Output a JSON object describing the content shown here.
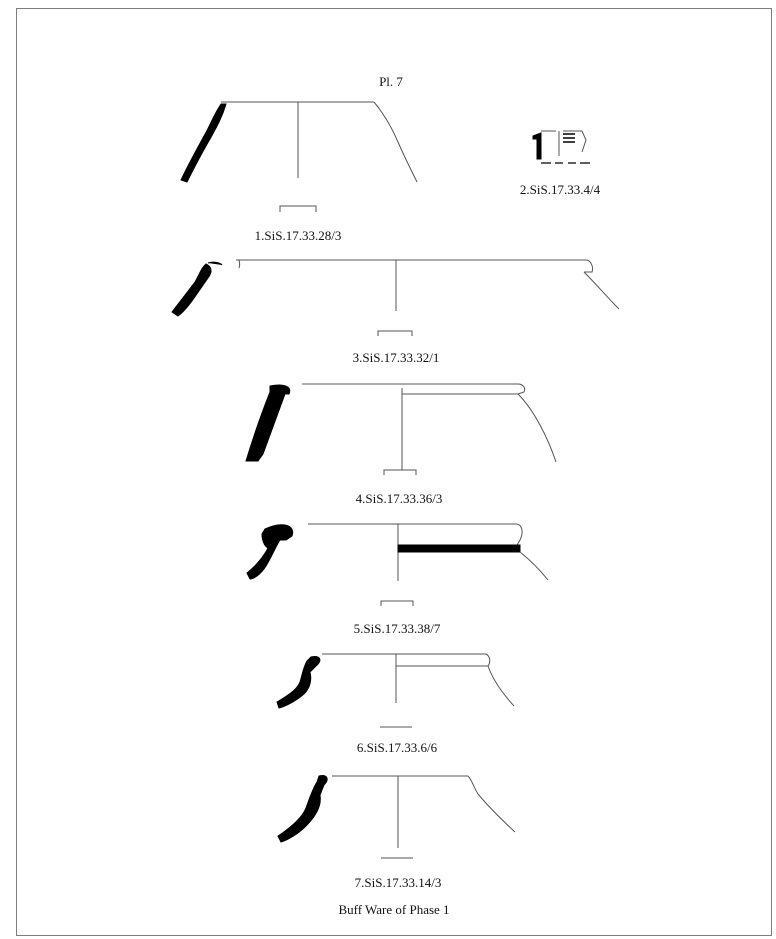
{
  "plate": {
    "title": "Pl. 7",
    "caption": "Buff Ware of Phase 1"
  },
  "figures": [
    {
      "label": "1.SiS.17.33.28/3"
    },
    {
      "label": "2.SiS.17.33.4/4"
    },
    {
      "label": "3.SiS.17.33.32/1"
    },
    {
      "label": "4.SiS.17.33.36/3"
    },
    {
      "label": "5.SiS.17.33.38/7"
    },
    {
      "label": "6.SiS.17.33.6/6"
    },
    {
      "label": "7.SiS.17.33.14/3"
    }
  ]
}
